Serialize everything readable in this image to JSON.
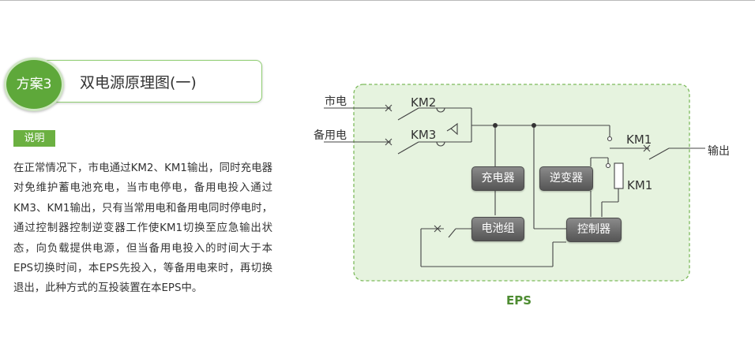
{
  "title_card": {
    "badge": "方案3",
    "title": "双电源原理图(一)"
  },
  "note": {
    "badge": "说明",
    "text": "在正常情况下，市电通过KM2、KM1输出，同时充电器对免维护蓄电池充电，当市电停电，备用电投入通过KM3、KM1输出，只有当常用电和备用电同时停电时，通过控制器控制逆变器工作使KM1切换至应急输出状态，向负载提供电源，但当备用电投入的时间大于本EPS切换时间，本EPS先投入，等备用电来时，再切换退出，此种方式的互投装置在本EPS中。"
  },
  "diagram": {
    "inputs": {
      "mains": "市电",
      "backup": "备用电"
    },
    "output": "输出",
    "switches": {
      "km2": "KM2",
      "km3": "KM3",
      "km1_top": "KM1",
      "km1_coil": "KM1"
    },
    "boxes": {
      "charger": "充电器",
      "inverter": "逆变器",
      "battery": "电池组",
      "controller": "控制器"
    },
    "enclosure_label": "EPS",
    "colors": {
      "enclosure_fill": "#e6f3df",
      "enclosure_border": "#7dba5c",
      "accent_green": "#5ea83a",
      "line": "#444444"
    }
  }
}
